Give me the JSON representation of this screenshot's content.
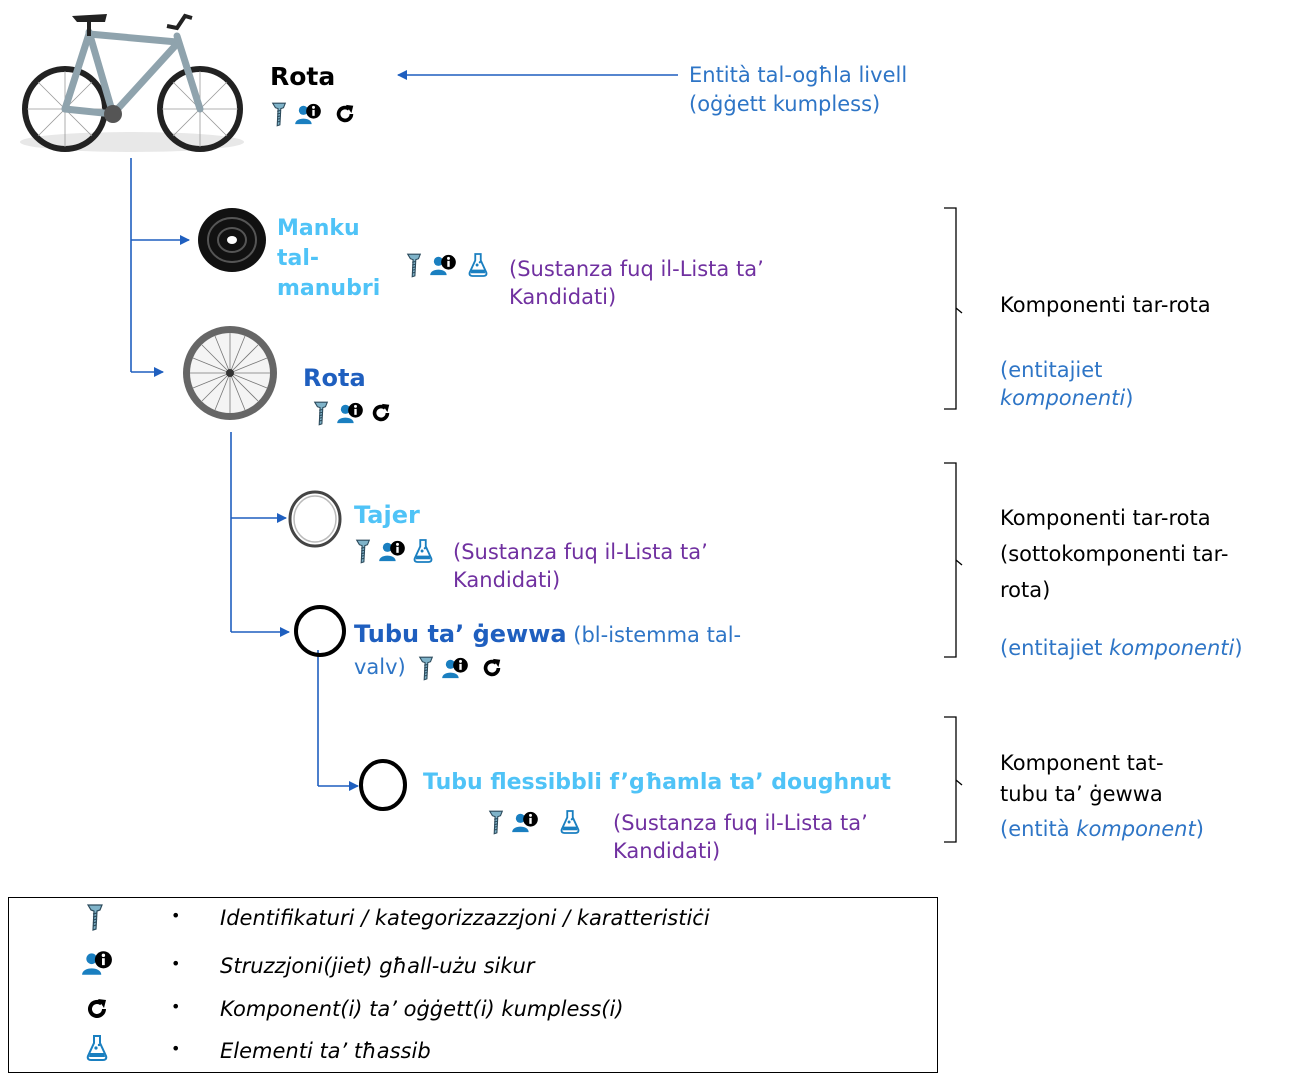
{
  "top": {
    "title": "Rota",
    "annotation_line1": "Entità tal-ogħla livell",
    "annotation_line2": "(oġġett kumpless)"
  },
  "handle": {
    "title_line1": "Manku",
    "title_line2": "tal-",
    "title_line3": "manubri",
    "note_line1": "(Sustanza fuq il-Lista ta’",
    "note_line2": "Kandidati)"
  },
  "wheel": {
    "title": "Rota"
  },
  "tyre": {
    "title": "Tajer",
    "note_line1": "(Sustanza fuq il-Lista ta’",
    "note_line2": "Kandidati)"
  },
  "tube": {
    "title": "Tubu ta’ ġewwa",
    "suffix_line1": "(bl-istemma tal-",
    "suffix_line2": "valv)"
  },
  "flex": {
    "title": "Tubu flessibbli f’għamla ta’ doughnut",
    "note_line1": "(Sustanza fuq il-Lista ta’",
    "note_line2": "Kandidati)"
  },
  "brackets": {
    "b1_line1": "Komponenti tar-rota",
    "b1_line2": "(entitajiet",
    "b1_line3_italic": "komponenti",
    "b1_line3_end": ")",
    "b2_line1": "Komponenti tar-rota",
    "b2_line2": "(sottokomponenti tar-",
    "b2_line3": "rota)",
    "b2_line4_start": "(entitajiet ",
    "b2_line4_italic": "komponenti",
    "b2_line4_end": ")",
    "b3_line1": "Komponent tat-",
    "b3_line2": "tubu ta’ ġewwa",
    "b3_line3_start": "(entità ",
    "b3_line3_italic": "komponent",
    "b3_line3_end": ")"
  },
  "legend": {
    "bullet": "•",
    "items": [
      {
        "icon": "screw-icon",
        "text": "Identifikaturi / kategorizzazzjoni / karatteristiċi"
      },
      {
        "icon": "user-info-icon",
        "text": "Struzzjoni(jiet) għall-użu sikur"
      },
      {
        "icon": "refresh-icon",
        "text": "Komponent(i) ta’ oġġett(i) kumpless(i)"
      },
      {
        "icon": "flask-icon",
        "text": "Elementi ta’ tħassib"
      }
    ]
  },
  "colors": {
    "arrow": "#1f5fbf",
    "dark_title": "#1f5fbf",
    "light_title": "#4fc3f7",
    "note_purple": "#7030a0",
    "icon_blue": "#1a7fc0"
  }
}
